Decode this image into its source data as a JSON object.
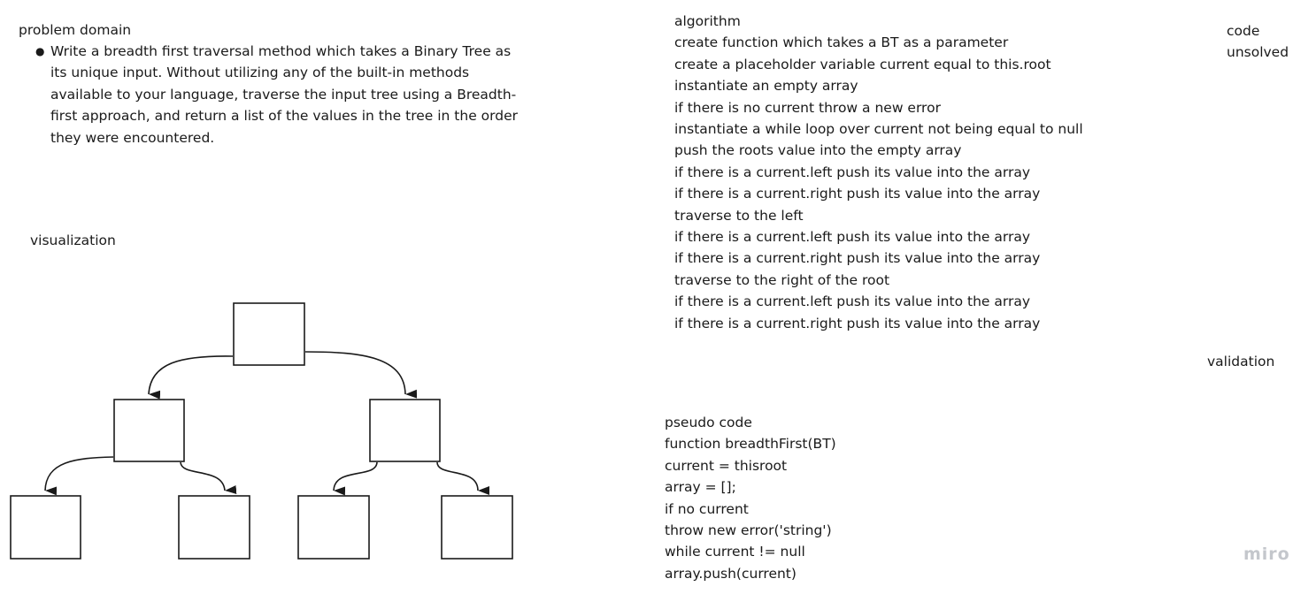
{
  "problem_domain": {
    "heading": "problem domain",
    "bullet_lines": [
      "Write a breadth first traversal method which takes a Binary Tree as",
      "its unique input. Without utilizing any of the built-in methods",
      "available to your language, traverse the input tree using a Breadth-",
      "first approach, and return a list of the values in the tree in the order",
      "they were encountered."
    ]
  },
  "visualization": {
    "heading": "visualization"
  },
  "algorithm": {
    "lines": [
      "algorithm",
      "create function which takes a BT as a parameter",
      "create a placeholder variable current equal to this.root",
      "instantiate an empty array",
      "if there is no current throw a new error",
      "instantiate a while loop over current not being equal to null",
      "push the roots value into the empty array",
      "if there is a current.left push its value into the array",
      "if there is a current.right push its value into the array",
      "traverse to the left",
      "if there is a current.left push its value into the array",
      "if there is a current.right push its value into the array",
      "traverse to the right of the root",
      "if there is a current.left push its value into the array",
      "if there is a current.right push its value into the array"
    ]
  },
  "code": {
    "lines": [
      "code",
      "unsolved"
    ]
  },
  "validation": {
    "label": "validation"
  },
  "pseudo_code": {
    "lines": [
      "pseudo code",
      "function breadthFirst(BT)",
      "current = thisroot",
      "array = [];",
      "if no current",
      "throw new error('string')",
      "while current != null",
      "array.push(current)"
    ]
  },
  "watermark": "miro",
  "colors": {
    "text": "#1a1a1a",
    "stroke": "#1a1a1a",
    "watermark": "#c4c7cc",
    "background": "#ffffff"
  }
}
